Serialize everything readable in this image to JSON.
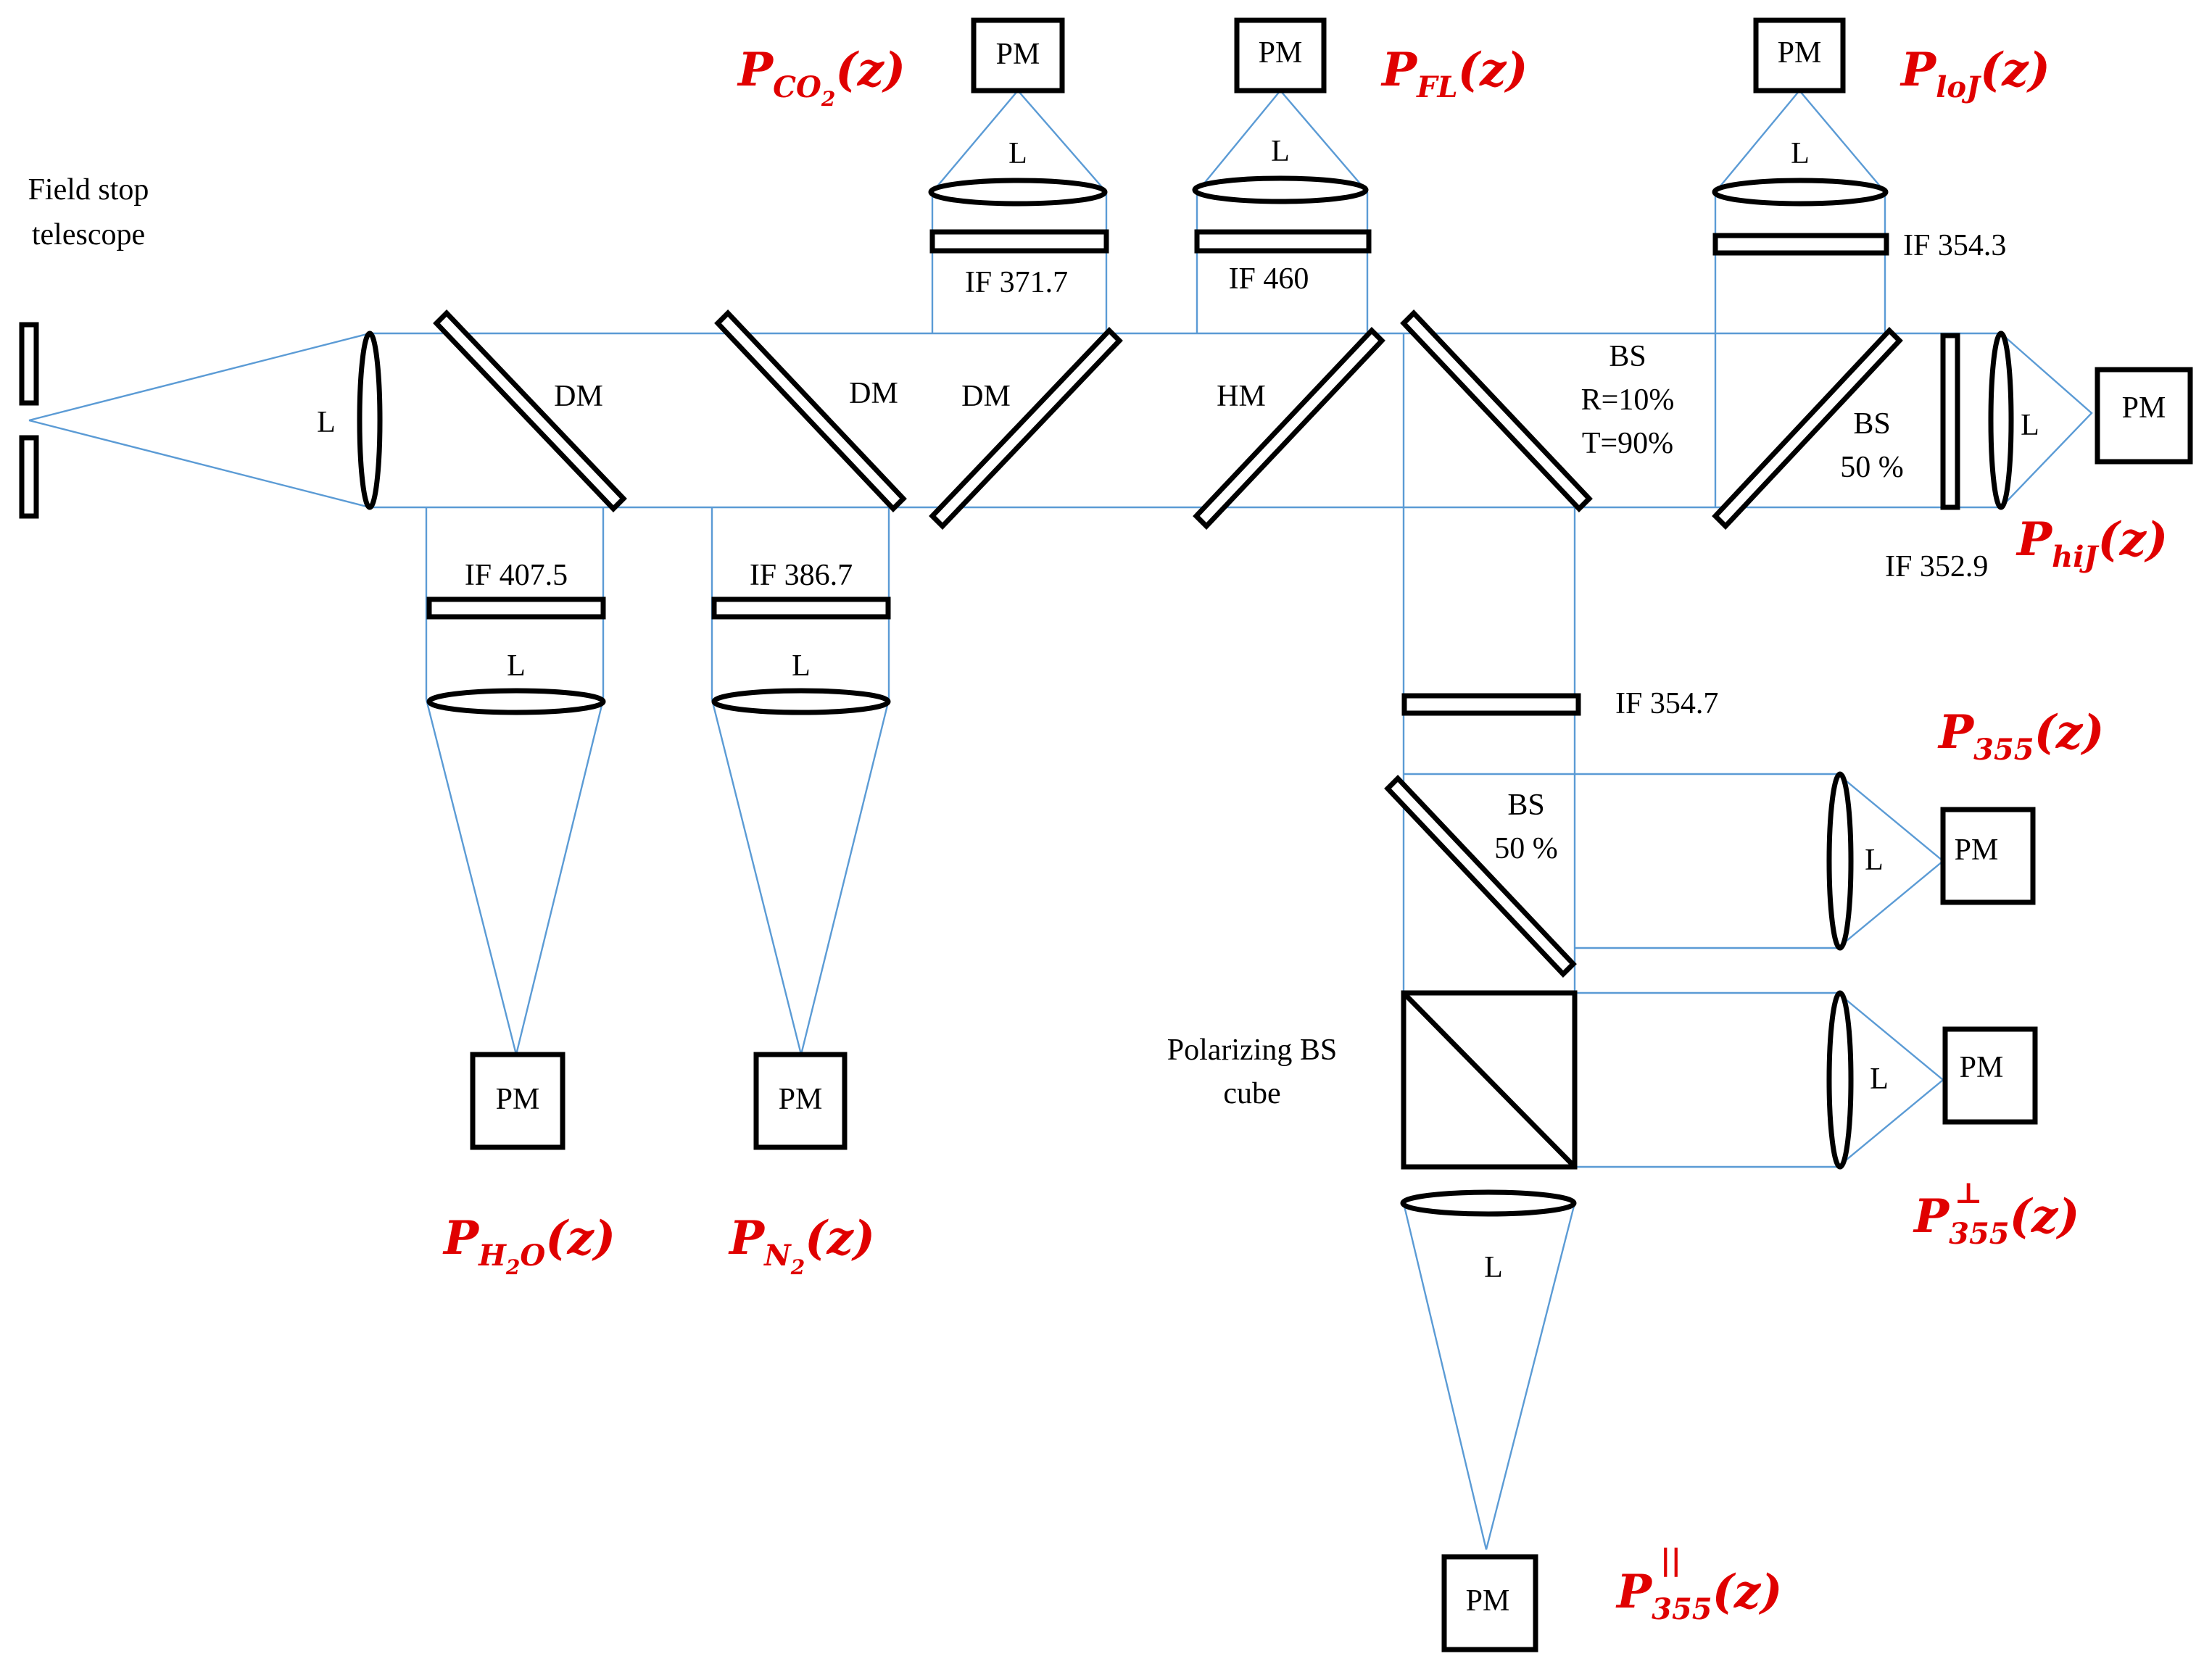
{
  "labels": {
    "field_stop_1": "Field  stop",
    "field_stop_2": "telescope",
    "lens": "L",
    "dm": "DM",
    "hm": "HM",
    "bs": "BS",
    "pm": "PM",
    "bs_r": "R=10%",
    "bs_t": "T=90%",
    "bs_50": "50 %",
    "if_4075": "IF 407.5",
    "if_3867": "IF 386.7",
    "if_3717": "IF 371.7",
    "if_460": "IF 460",
    "if_3543": "IF 354.3",
    "if_3529": "IF 352.9",
    "if_3547": "IF 354.7",
    "pol_cube_1": "Polarizing  BS",
    "pol_cube_2": "cube"
  },
  "signals": {
    "P": "P",
    "arg": "(z)",
    "co2_sub": "CO",
    "co2_subsub": "2",
    "fl_sub": "FL",
    "loj_sub": "loJ",
    "hij_sub": "hiJ",
    "s355_sub": "355",
    "h2o_sub_a": "H",
    "h2o_subsub": "2",
    "h2o_sub_b": "O",
    "n2_sub": "N",
    "n2_subsub": "2",
    "perp_sup": "⊥",
    "par_sup": "||"
  },
  "colors": {
    "ray": "#5b9bd5",
    "signal": "#e00000",
    "component": "#000000"
  }
}
